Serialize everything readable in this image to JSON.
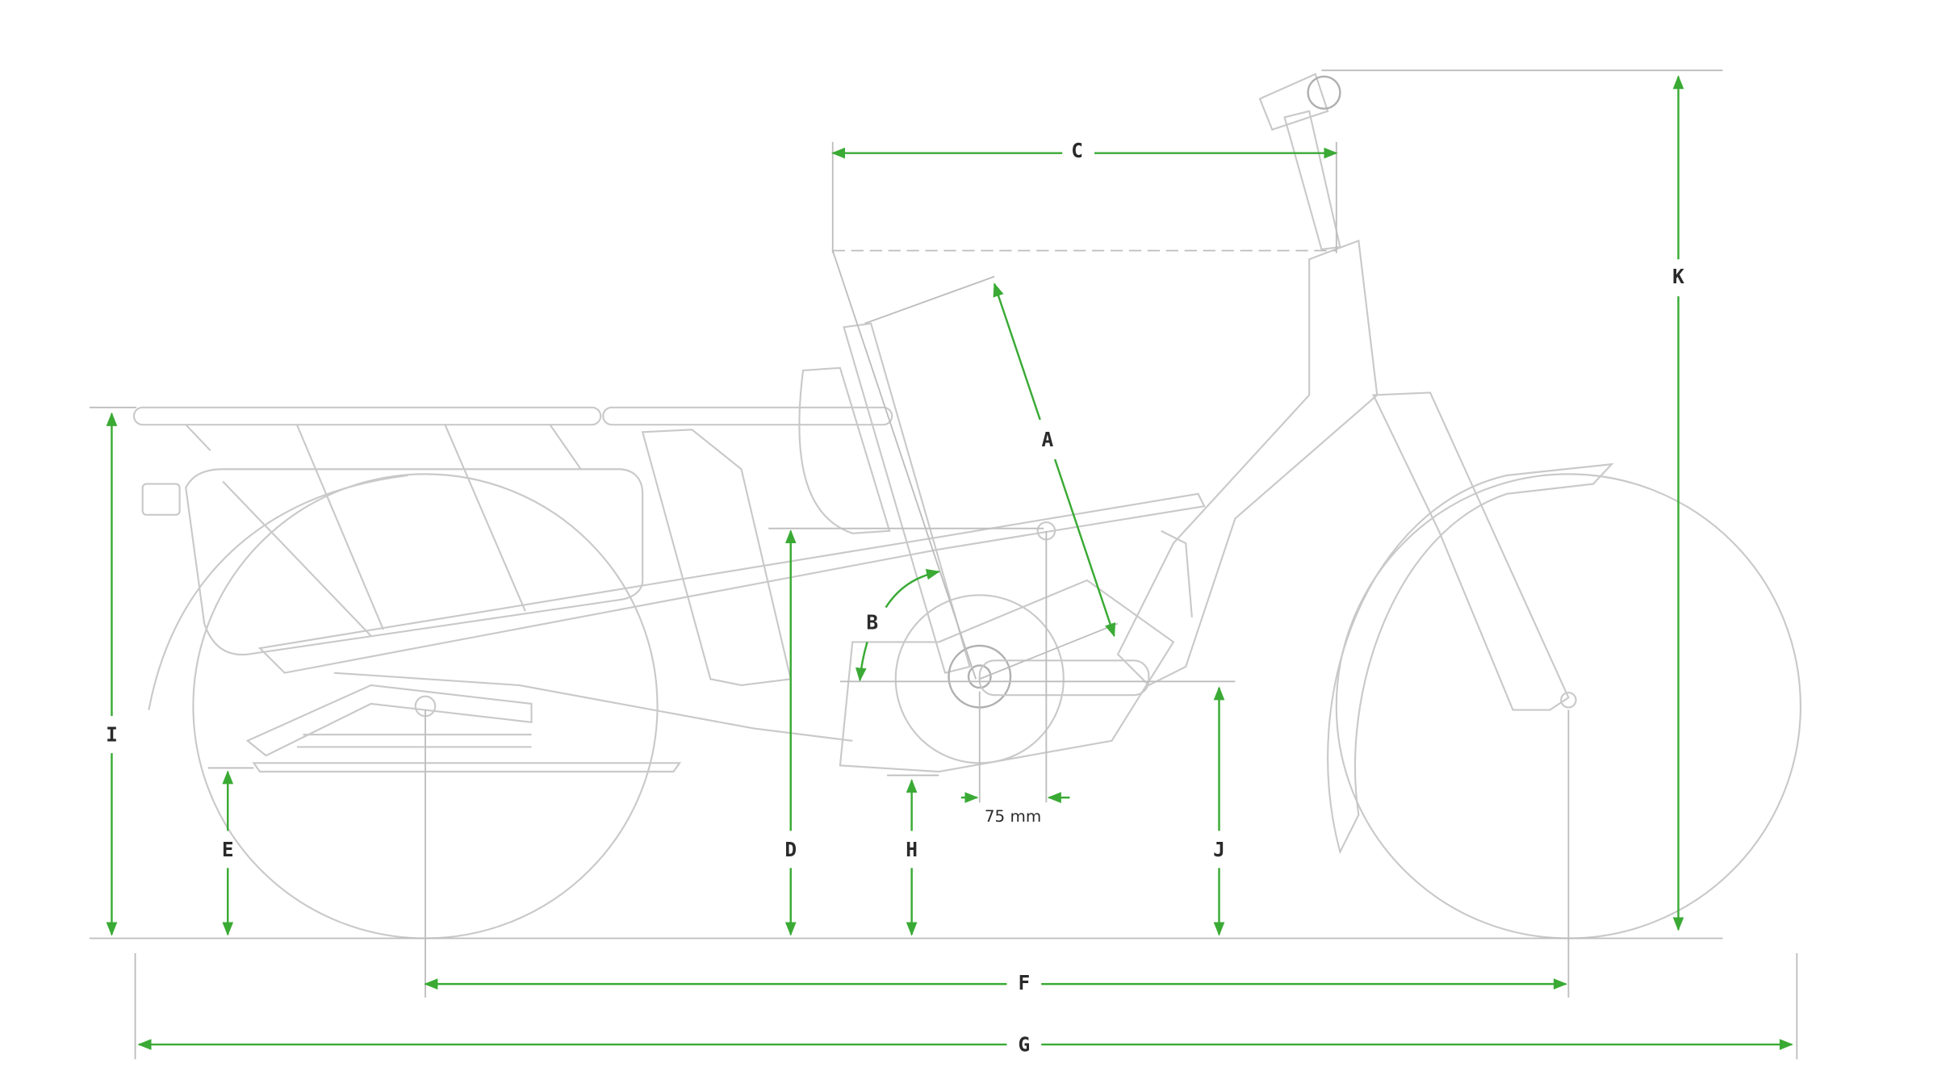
{
  "diagram": {
    "title": "Cargo e-bike geometry",
    "accent_color": "#3aaa35",
    "line_color": "#c9c9c9",
    "dimensions": [
      {
        "id": "A",
        "label": "A"
      },
      {
        "id": "B",
        "label": "B"
      },
      {
        "id": "C",
        "label": "C"
      },
      {
        "id": "D",
        "label": "D"
      },
      {
        "id": "E",
        "label": "E"
      },
      {
        "id": "F",
        "label": "F"
      },
      {
        "id": "G",
        "label": "G"
      },
      {
        "id": "H",
        "label": "H"
      },
      {
        "id": "I",
        "label": "I"
      },
      {
        "id": "J",
        "label": "J"
      },
      {
        "id": "K",
        "label": "K"
      }
    ],
    "offset_label": "75 mm"
  }
}
